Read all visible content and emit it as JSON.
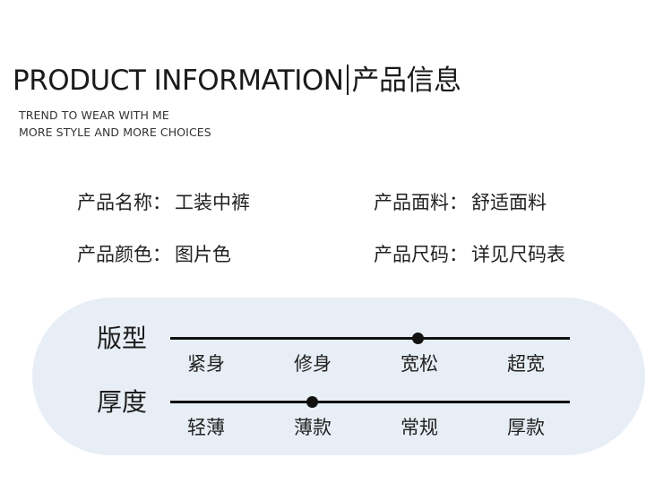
{
  "header": {
    "title_en": "PRODUCT INFORMATION",
    "title_cn": "产品信息",
    "tagline_1": "TREND TO WEAR WITH ME",
    "tagline_2": "MORE STYLE AND MORE CHOICES"
  },
  "info": [
    {
      "label": "产品名称",
      "value": "工装中裤"
    },
    {
      "label": "产品面料",
      "value": "舒适面料"
    },
    {
      "label": "产品颜色",
      "value": "图片色"
    },
    {
      "label": "产品尺码",
      "value": "详见尺码表"
    }
  ],
  "separator": "：",
  "scales": [
    {
      "label": "版型",
      "options": [
        "紧身",
        "修身",
        "宽松",
        "超宽"
      ],
      "selected_fraction": 0.62
    },
    {
      "label": "厚度",
      "options": [
        "轻薄",
        "薄款",
        "常规",
        "厚款"
      ],
      "selected_fraction": 0.355
    }
  ],
  "colors": {
    "card_background": "#e8eef6",
    "track": "#111111",
    "text": "#222222"
  }
}
